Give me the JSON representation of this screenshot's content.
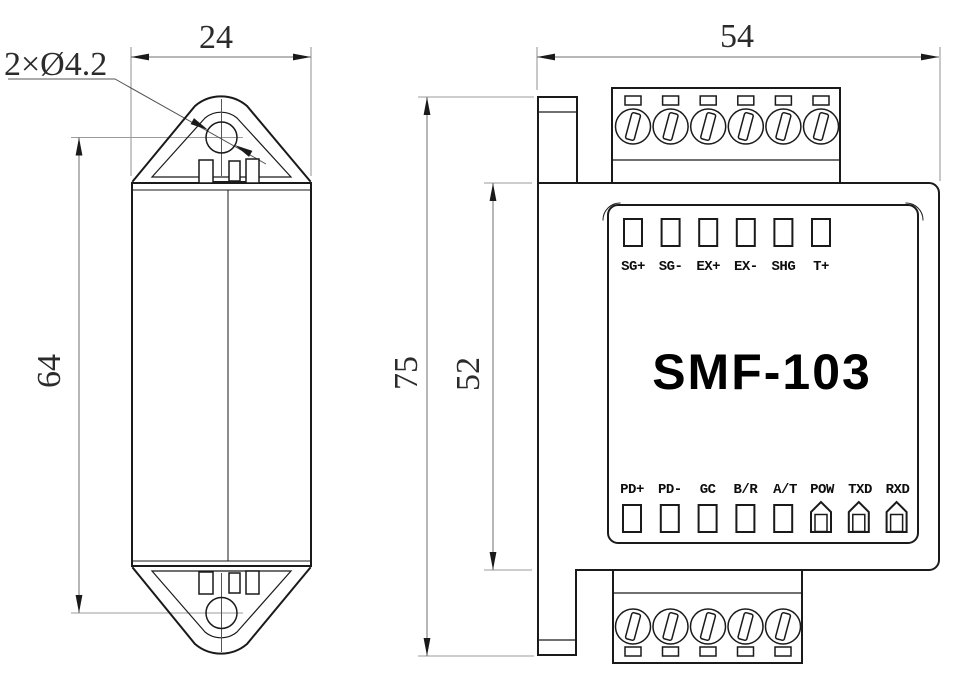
{
  "device": {
    "model": "SMF-103"
  },
  "side_view": {
    "width_dim": "24",
    "height_dim": "64",
    "hole_callout": "2×Ø4.2"
  },
  "front_view": {
    "width_dim": "54",
    "overall_height_dim": "75",
    "body_height_dim": "52",
    "top_terminals": [
      "SG+",
      "SG-",
      "EX+",
      "EX-",
      "SHG",
      "T+"
    ],
    "bottom_row": [
      "PD+",
      "PD-",
      "GC",
      "B/R",
      "A/T",
      "POW",
      "TXD",
      "RXD"
    ]
  },
  "colors": {
    "outline": "#1a1a1a",
    "dim_line": "#6f6f6f",
    "ext_line": "#9b9b9b",
    "text": "#2b2b2b"
  }
}
